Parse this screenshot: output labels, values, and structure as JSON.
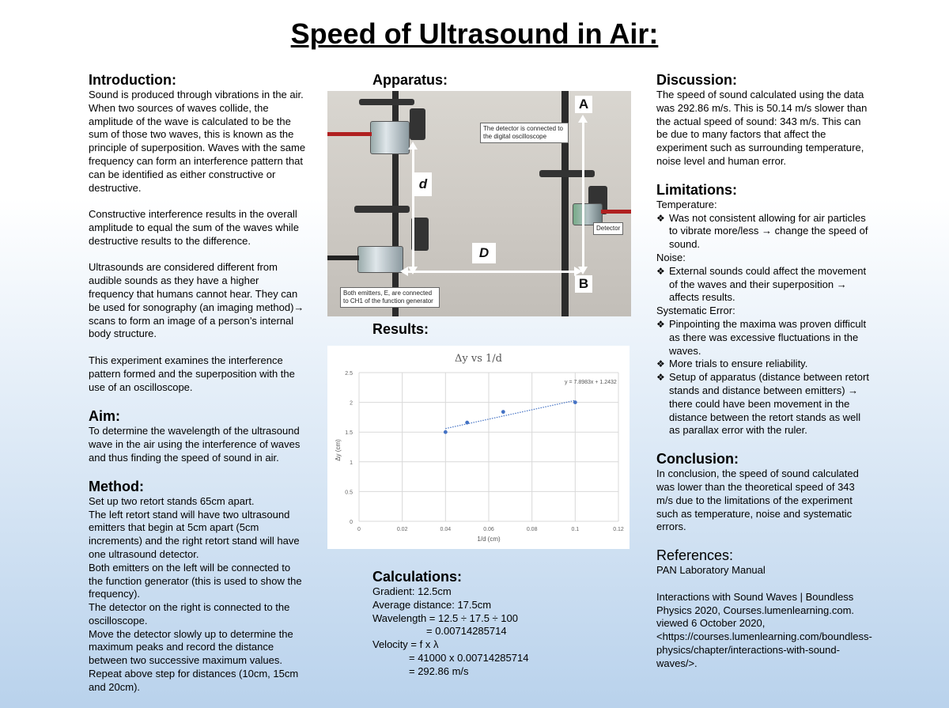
{
  "title": "Speed of Ultrasound in Air:",
  "introduction": {
    "heading": "Introduction:",
    "paragraphs": [
      "Sound is produced through vibrations in the air. When two sources of waves collide, the amplitude of the wave is calculated to be the sum of those two waves, this is known as the principle of superposition. Waves with the same frequency can form an interference pattern that can be identified as either constructive or destructive.",
      "Constructive interference results in the overall amplitude to equal the sum of the waves while destructive results to the difference.",
      "Ultrasounds are considered different from audible sounds as they have a higher frequency that humans cannot hear. They can be used for sonography (an imaging method)→ scans to form an image of a person’s internal body structure.",
      "This experiment examines the interference pattern formed and the superposition with the use of an oscilloscope."
    ]
  },
  "aim": {
    "heading": "Aim:",
    "text": "To determine the wavelength of the ultrasound wave in the air using the interference of waves and thus finding the speed of sound in air."
  },
  "method": {
    "heading": "Method:",
    "lines": [
      "Set up two retort stands 65cm apart.",
      "The left retort stand will have two ultrasound emitters that begin at 5cm apart (5cm increments) and the right retort stand will have one ultrasound detector.",
      "Both emitters on the left will be connected to the function generator (this is used to show the frequency).",
      "The detector on the right is connected to the oscilloscope.",
      "Move the detector slowly up to determine the maximum peaks and record the distance between two successive maximum values.",
      "Repeat above step for distances (10cm, 15cm and 20cm)."
    ]
  },
  "apparatus": {
    "heading": "Apparatus:",
    "label_detector_conn": "The detector is connected to the digital oscilloscope",
    "label_emitters": "Both emitters, E, are connected to CH1 of the function generator",
    "label_detector": "Detector",
    "label_a": "A",
    "label_b": "B",
    "label_d_small": "d",
    "label_d_big": "D"
  },
  "results": {
    "heading": "Results:"
  },
  "chart_data": {
    "type": "scatter",
    "title": "Δy vs 1/d",
    "xlabel": "1/d (cm)",
    "ylabel": "Δy (cm)",
    "xlim": [
      0,
      0.12
    ],
    "ylim": [
      0,
      2.5
    ],
    "xticks": [
      "0",
      "0.02",
      "0.04",
      "0.06",
      "0.08",
      "0.1",
      "0.12"
    ],
    "yticks": [
      "0",
      "0.5",
      "1",
      "1.5",
      "2",
      "2.5"
    ],
    "points": [
      {
        "x": 0.04,
        "y": 1.5
      },
      {
        "x": 0.05,
        "y": 1.66
      },
      {
        "x": 0.0667,
        "y": 1.84
      },
      {
        "x": 0.1,
        "y": 2.0
      }
    ],
    "trendline": {
      "slope": 7.8983,
      "intercept": 1.2432,
      "label": "y = 7.8983x + 1.2432"
    },
    "grid": true,
    "marker_color": "#4472c4"
  },
  "calculations": {
    "heading": "Calculations:",
    "lines": [
      "Gradient: 12.5cm",
      "Average distance: 17.5cm",
      "Wavelength = 12.5 ÷ 17.5 ÷ 100",
      "= 0.00714285714",
      "Velocity = f x λ",
      "= 41000 x 0.00714285714",
      "= 292.86 m/s"
    ]
  },
  "discussion": {
    "heading": "Discussion:",
    "text": "The speed of sound calculated using the data was 292.86 m/s. This is 50.14 m/s slower than the actual speed of sound: 343 m/s. This can be due to many factors that affect the experiment such as surrounding temperature, noise level and human error."
  },
  "limitations": {
    "heading": "Limitations:",
    "temperature_label": "Temperature:",
    "temperature_bullet": "Was not consistent allowing for air particles to vibrate more/less → change the speed of sound.",
    "noise_label": "Noise:",
    "noise_bullet": "External sounds could affect the movement of the waves and their superposition → affects results.",
    "systematic_label": "Systematic Error:",
    "systematic_bullets": [
      "Pinpointing the maxima was proven difficult as there was excessive fluctuations in the waves.",
      "More trials to ensure reliability.",
      "Setup of apparatus (distance between retort stands and distance between emitters) → there could have been movement in the distance between the retort stands as well as parallax error with the ruler."
    ],
    "bullet_symbol": "❖"
  },
  "conclusion": {
    "heading": "Conclusion:",
    "text": "In conclusion, the speed of sound calculated was lower than the theoretical speed of 343 m/s due to the limitations of the experiment such as temperature, noise and systematic errors."
  },
  "references": {
    "heading": "References:",
    "ref1": "PAN Laboratory Manual",
    "ref2": "Interactions with Sound Waves | Boundless Physics 2020, Courses.lumenlearning.com. viewed 6 October 2020, <https://courses.lumenlearning.com/boundless-physics/chapter/interactions-with-sound-waves/>."
  }
}
